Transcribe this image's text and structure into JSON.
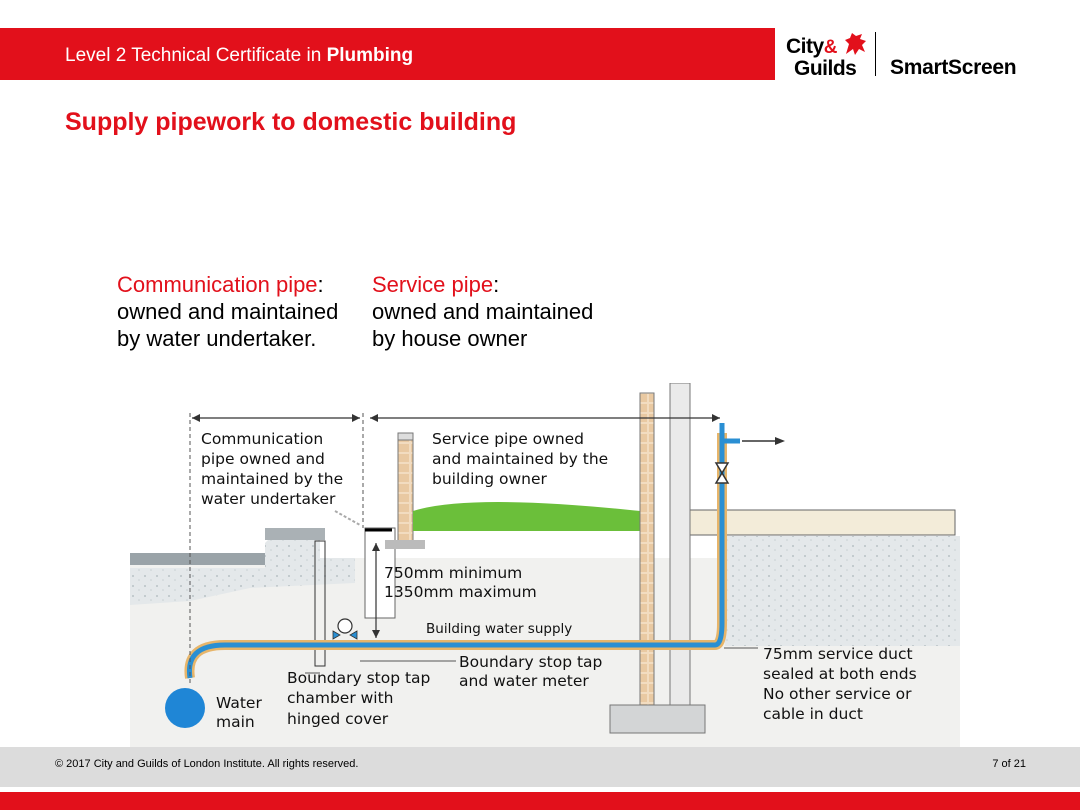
{
  "header": {
    "course_prefix": "Level 2 Technical Certificate in ",
    "course_bold": "Plumbing",
    "logo_city": "City",
    "logo_amp": "&",
    "logo_guilds": "Guilds",
    "logo_smartscreen": "SmartScreen"
  },
  "page_title": "Supply pipework to domestic building",
  "captions": {
    "communication": {
      "label": "Communication pipe",
      "colon": ":",
      "line1": "owned and maintained",
      "line2": "by water undertaker."
    },
    "service": {
      "label": "Service pipe",
      "colon": ":",
      "line1": "owned and maintained",
      "line2": "by house owner"
    }
  },
  "diagram": {
    "comm_label": [
      "Communication",
      "pipe owned and",
      "maintained by the",
      "water undertaker"
    ],
    "service_label": [
      "Service pipe owned",
      "and maintained by the",
      "building owner"
    ],
    "depth_label": [
      "750mm minimum",
      "1350mm maximum"
    ],
    "building_supply": "Building water supply",
    "stoptap_meter": [
      "Boundary stop tap",
      "and water meter"
    ],
    "chamber": [
      "Boundary stop tap",
      "chamber with",
      "hinged cover"
    ],
    "water_main": [
      "Water",
      "main"
    ],
    "duct": [
      "75mm service duct",
      "sealed at both ends",
      "No other service or",
      "cable in duct"
    ]
  },
  "colors": {
    "brand_red": "#e2101b",
    "pipe_blue": "#2a8fd3",
    "duct_tan": "#e7b56a"
  },
  "footer": {
    "copyright": "© 2017 City and Guilds of London Institute. All rights reserved.",
    "page": "7 of 21"
  }
}
